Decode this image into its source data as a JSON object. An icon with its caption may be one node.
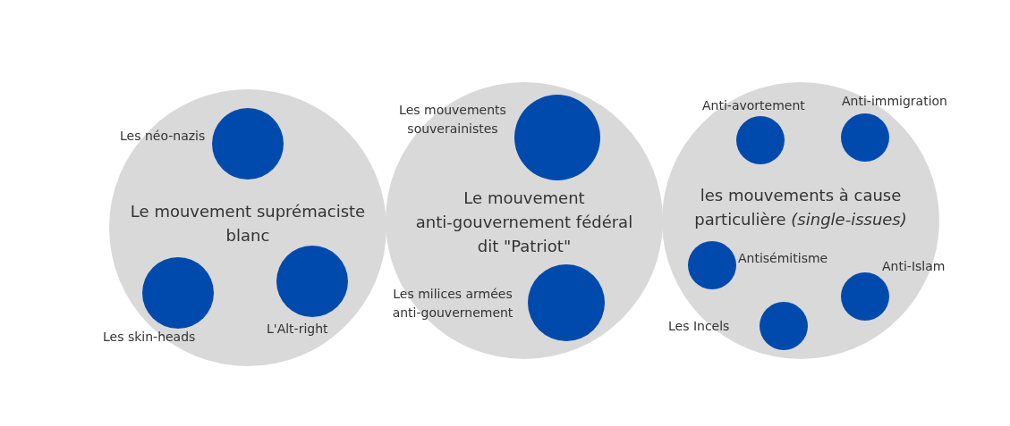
{
  "diagram": {
    "nodes": [
      {
        "text": [
          "Le mouvement suprémaciste blanc"
        ]
      },
      {
        "text": [],
        "shape": "circle",
        "in": 0,
        "beside": [
          "Les néo-nazis"
        ]
      },
      {
        "text": [],
        "shape": "circle",
        "in": 0,
        "beside": [
          "Les skin-heads"
        ]
      },
      {
        "text": [],
        "shape": "circle",
        "in": 0,
        "beside": [
          "L'Alt-right"
        ]
      },
      {
        "text": [
          "Le mouvement anti-gouvernement fédéral dit \"Patriot\""
        ]
      },
      {
        "text": [],
        "shape": "circle",
        "in": 4,
        "beside": [
          "Les mouvements souverainistes"
        ]
      },
      {
        "text": [],
        "shape": "circle",
        "in": 4,
        "beside": [
          "Les milices armées anti-gouvernement"
        ]
      },
      {
        "text": [
          "les mouvements à cause particulière *(single-issues)*"
        ]
      },
      {
        "text": [],
        "shape": "circle",
        "in": 7,
        "beside": [
          "Anti-avortement"
        ]
      },
      {
        "text": [],
        "shape": "circle",
        "in": 7,
        "beside": [
          "Anti-immigration"
        ]
      },
      {
        "text": [],
        "shape": "circle",
        "in": 7,
        "beside": [
          "Antisémitisme"
        ]
      },
      {
        "text": [],
        "shape": "circle",
        "in": 7,
        "beside": [
          "Anti-Islam"
        ]
      },
      {
        "text": [],
        "shape": "circle",
        "in": 7,
        "beside": [
          "Les Incels"
        ]
      }
    ]
  }
}
